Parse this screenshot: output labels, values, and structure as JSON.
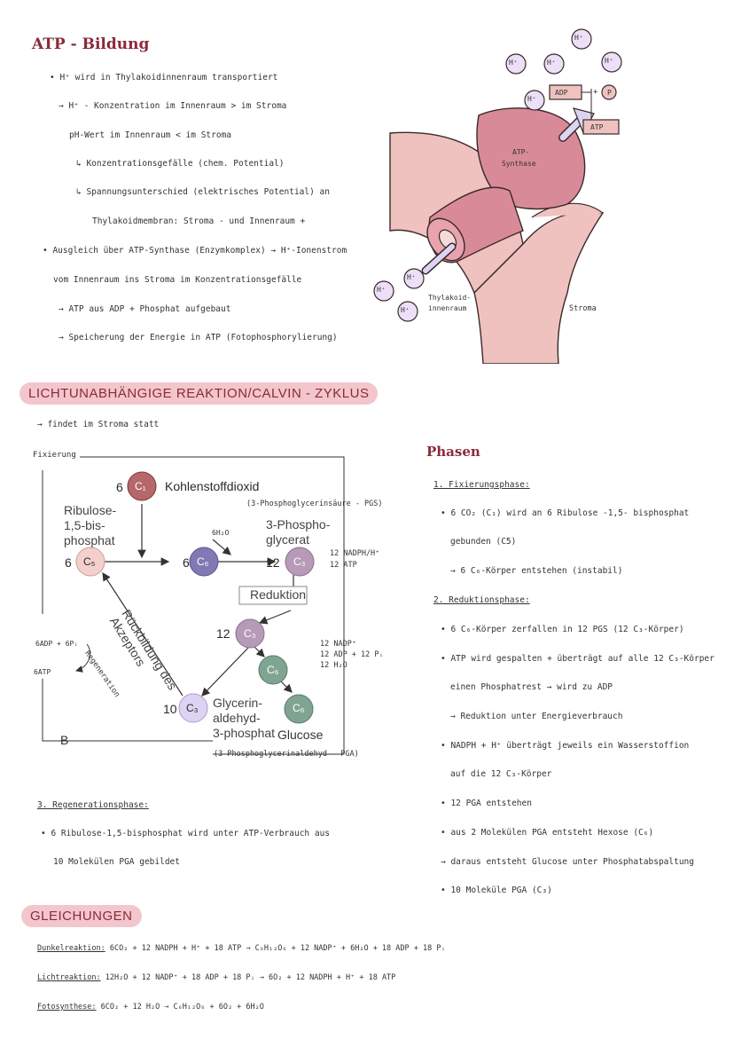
{
  "atp": {
    "title": "ATP - Bildung",
    "lines": [
      "• H⁺ wird in Thylakoidinnenraum transportiert",
      "→ H⁺ - Konzentration im Innenraum > im Stroma",
      "pH-Wert im Innenraum < im Stroma",
      "↳ Konzentrationsgefälle (chem. Potential)",
      "↳ Spannungsunterschied (elektrisches Potential) an",
      "Thylakoidmembran: Stroma - und Innenraum +",
      "• Ausgleich über ATP-Synthase (Enzymkomplex) → H⁺-Ionenstrom",
      "vom Innenraum ins Stroma im Konzentrationsgefälle",
      "→ ATP aus ADP + Phosphat aufgebaut",
      "→ Speicherung der Energie in ATP (Fotophosphorylierung)"
    ],
    "figure": {
      "hplus": "H⁺",
      "adp": "ADP",
      "plus": "+",
      "p": "P",
      "atp": "ATP",
      "synthase": [
        "ATP-",
        "Synthase"
      ],
      "thylakoid": [
        "Thylakoid-",
        "innenraum"
      ],
      "stroma": "Stroma"
    }
  },
  "calvin": {
    "banner": "LICHTUNABHÄNGIGE REAKTION/CALVIN - ZYKLUS",
    "intro": "→ findet im Stroma statt",
    "diagram": {
      "fixierung": "Fixierung",
      "c1_count": "6",
      "c1": "C₁",
      "c1_label": "Kohlenstoffdioxid",
      "pgs_note": "(3-Phosphoglycerinsäure - PGS)",
      "ribulose": [
        "Ribulose-",
        "1,5-bis-",
        "phosphat"
      ],
      "c5_count": "6",
      "c5": "C₅",
      "c6_count": "6",
      "c6": "C₆",
      "h2o": "6H₂O",
      "c3a_count": "12",
      "c3": "C₃",
      "phosphoglycerat": [
        "3-Phospho-",
        "glycerat"
      ],
      "nadph_note": [
        "12 NADPH/H⁺",
        "12 ATP"
      ],
      "reduktion": "Reduktion",
      "c3b_count": "12",
      "nadp_note": [
        "12 NADP⁺",
        "12 ADP + 12 Pᵢ",
        "12 H₂O"
      ],
      "c6g": "C₆",
      "regeneration": "Regeneration",
      "rueck": [
        "Rückbildung des",
        "Akzeptors"
      ],
      "adp_left": "6ADP + 6Pᵢ",
      "atp_left": "6ATP",
      "c3c_count": "10",
      "glycerinaldehyd": [
        "Glycerin-",
        "aldehyd-",
        "3-phosphat"
      ],
      "glucose": "Glucose",
      "b": "B",
      "pga_note": "(3-Phosphoglycerinaldehyd - PGA)"
    },
    "phasen_title": "Phasen",
    "phase1_title": "1. Fixierungsphase:",
    "phase1": [
      "• 6 CO₂ (C₁) wird an 6 Ribulose -1,5- bisphosphat",
      "gebunden (C5)",
      "→ 6 C₆-Körper entstehen (instabil)"
    ],
    "phase2_title": "2. Reduktionsphase:",
    "phase2": [
      "• 6 C₆-Körper zerfallen in 12 PGS (12 C₃-Körper)",
      "• ATP wird gespalten + überträgt auf alle 12 C₃-Körper",
      "einen Phosphatrest → wird zu ADP",
      "→ Reduktion unter Energieverbrauch",
      "• NADPH + H⁺ überträgt jeweils ein Wasserstoffion",
      "auf die 12 C₃-Körper",
      "• 12 PGA entstehen",
      "• aus 2 Molekülen PGA entsteht Hexose (C₆)",
      "→ daraus entsteht Glucose unter Phosphatabspaltung",
      "• 10 Moleküle PGA (C₃)"
    ],
    "phase3_title": "3. Regenerationsphase:",
    "phase3": [
      "• 6 Ribulose-1,5-bisphosphat wird unter ATP-Verbrauch aus",
      "10 Molekülen PGA gebildet"
    ]
  },
  "gleichungen": {
    "banner": "GLEICHUNGEN",
    "rows": [
      {
        "label": "Dunkelreaktion:",
        "eq": "6CO₂ + 12 NADPH + H⁺ + 18 ATP → C₆H₁₂O₆ + 12 NADP⁺ + 6H₂O + 18 ADP + 18 Pᵢ"
      },
      {
        "label": "Lichtreaktion:",
        "eq": "12H₂O + 12 NADP⁺ + 18 ADP + 18 Pᵢ → 6O₂ + 12 NADPH + H⁺ + 18 ATP"
      },
      {
        "label": "Fotosynthese:",
        "eq": "6CO₂ + 12 H₂O → C₆H₁₂O₆ + 6O₂ + 6H₂O"
      }
    ]
  },
  "colors": {
    "title": "#8b2a3a",
    "banner": "#f3c6cc",
    "membrane": "#efc2c0",
    "synthase": "#d98a99",
    "hplus": "#ecdff7",
    "c1": "#b5676a",
    "c5": "#f4d0cc",
    "c6": "#8079b3",
    "c3": "#b69ab8",
    "c6g": "#7fa592"
  }
}
